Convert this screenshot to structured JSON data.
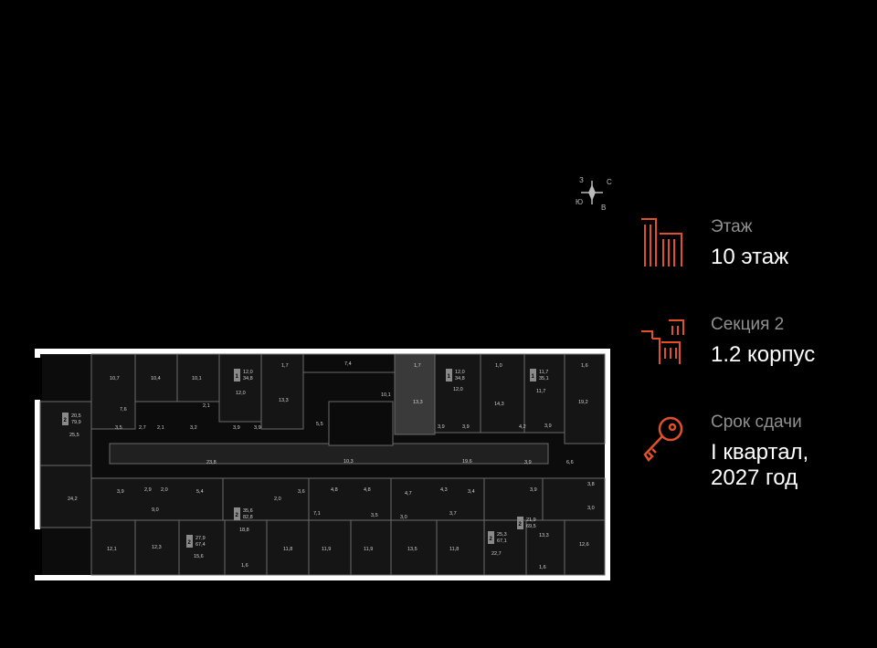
{
  "compass": {
    "north": "С",
    "south": "Ю",
    "west": "З",
    "east": "В"
  },
  "floor": {
    "label": "Этаж",
    "value": "10 этаж"
  },
  "section": {
    "label": "Секция 2",
    "value": "1.2 корпус"
  },
  "deadline": {
    "label": "Срок сдачи",
    "value_line1": "I квартал,",
    "value_line2": "2027 год"
  },
  "colors": {
    "accent": "#e0502a",
    "label": "#8f8f8f",
    "background": "#000000"
  },
  "icons": {
    "floor": "floor-icon",
    "section": "section-icon",
    "deadline": "key-icon",
    "compass": "compass-icon"
  },
  "plan": {
    "top_rooms": [
      "10,7",
      "10,4",
      "10,1",
      "12,0",
      "1,7",
      "13,3",
      "7,4",
      "10,1",
      "1,7",
      "13,3",
      "12,0",
      "1,0",
      "14,3",
      "11,7",
      "1,6",
      "19,2"
    ],
    "mid_labels": [
      "7,6",
      "3,5",
      "2,7",
      "2,1",
      "3,2",
      "2,1",
      "3,9",
      "3,9",
      "5,5",
      "3,9",
      "3,9",
      "4,2",
      "3,9",
      "25,5",
      "23,8",
      "10,3",
      "19,6",
      "3,9",
      "6,6"
    ],
    "lower_labels": [
      "3,9",
      "2,9",
      "2,0",
      "5,4",
      "9,0",
      "2,0",
      "3,6",
      "4,8",
      "4,8",
      "7,1",
      "3,5",
      "4,7",
      "4,3",
      "3,4",
      "3,7",
      "3,0",
      "3,9",
      "3,8",
      "3,0",
      "24,2",
      "18,8"
    ],
    "bottom_rooms": [
      "12,1",
      "12,3",
      "15,6",
      "1,6",
      "11,8",
      "11,9",
      "11,9",
      "13,5",
      "11,8",
      "22,7",
      "13,3",
      "1,6",
      "12,6"
    ],
    "apartments": [
      {
        "rooms": "1",
        "area": "12,0",
        "total": "34,8"
      },
      {
        "rooms": "1",
        "area": "12,0",
        "total": "34,8"
      },
      {
        "rooms": "1",
        "area": "11,7",
        "total": "35,1"
      },
      {
        "rooms": "2",
        "area": "20,5",
        "total": "79,9"
      },
      {
        "rooms": "2",
        "area": "35,6",
        "total": "82,8"
      },
      {
        "rooms": "2",
        "area": "27,9",
        "total": "67,4"
      },
      {
        "rooms": "2",
        "area": "25,3",
        "total": "67,1"
      },
      {
        "rooms": "2",
        "area": "21,9",
        "total": "69,5"
      }
    ]
  }
}
